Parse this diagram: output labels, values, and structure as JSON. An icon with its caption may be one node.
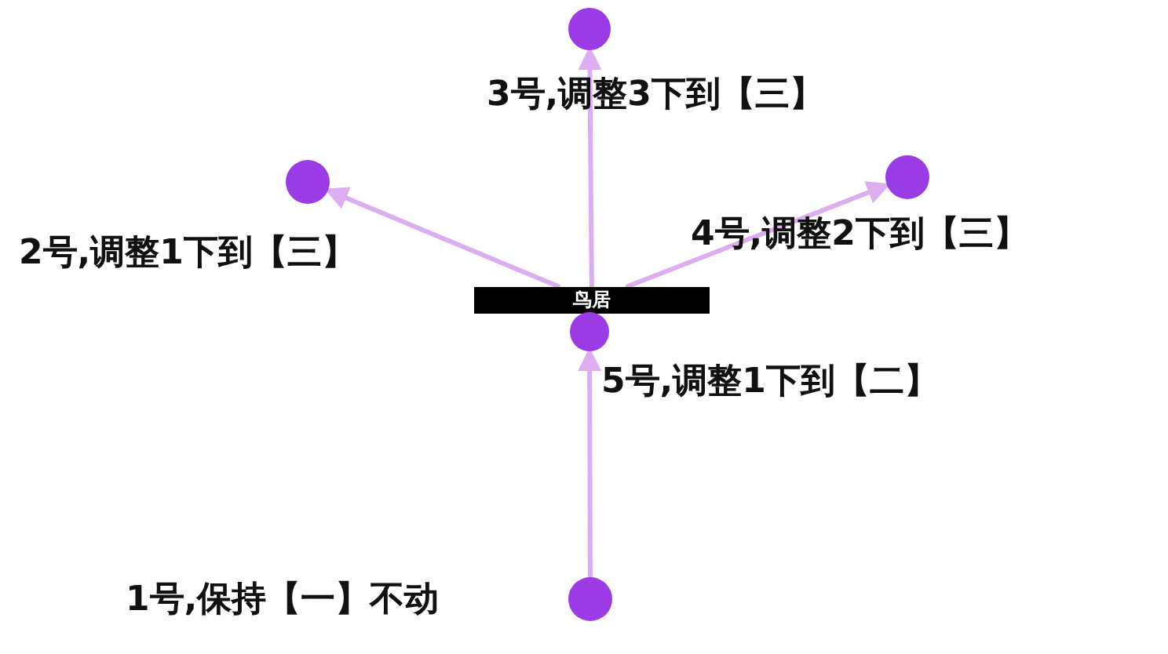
{
  "diagram": {
    "nodes": [
      {
        "text": [
          "鸟居"
        ]
      },
      {
        "text": [],
        "shape": "circle",
        "beside": [
          "3号,调整3下到【三】"
        ]
      },
      {
        "text": [],
        "shape": "circle",
        "beside": [
          "2号,调整1下到【三】"
        ]
      },
      {
        "text": [],
        "shape": "circle",
        "beside": [
          "4号,调整2下到【三】"
        ]
      },
      {
        "text": [],
        "shape": "circle",
        "beside": [
          "5号,调整1下到【二】"
        ]
      },
      {
        "text": [],
        "shape": "circle",
        "beside": [
          "1号,保持【一】不动"
        ]
      }
    ],
    "edges": [
      {
        "from": 5,
        "to": 4,
        "arrow": "to"
      },
      {
        "from": 0,
        "to": 1,
        "arrow": "to"
      },
      {
        "from": 0,
        "to": 2,
        "arrow": "to"
      },
      {
        "from": 0,
        "to": 3,
        "arrow": "to"
      }
    ]
  }
}
